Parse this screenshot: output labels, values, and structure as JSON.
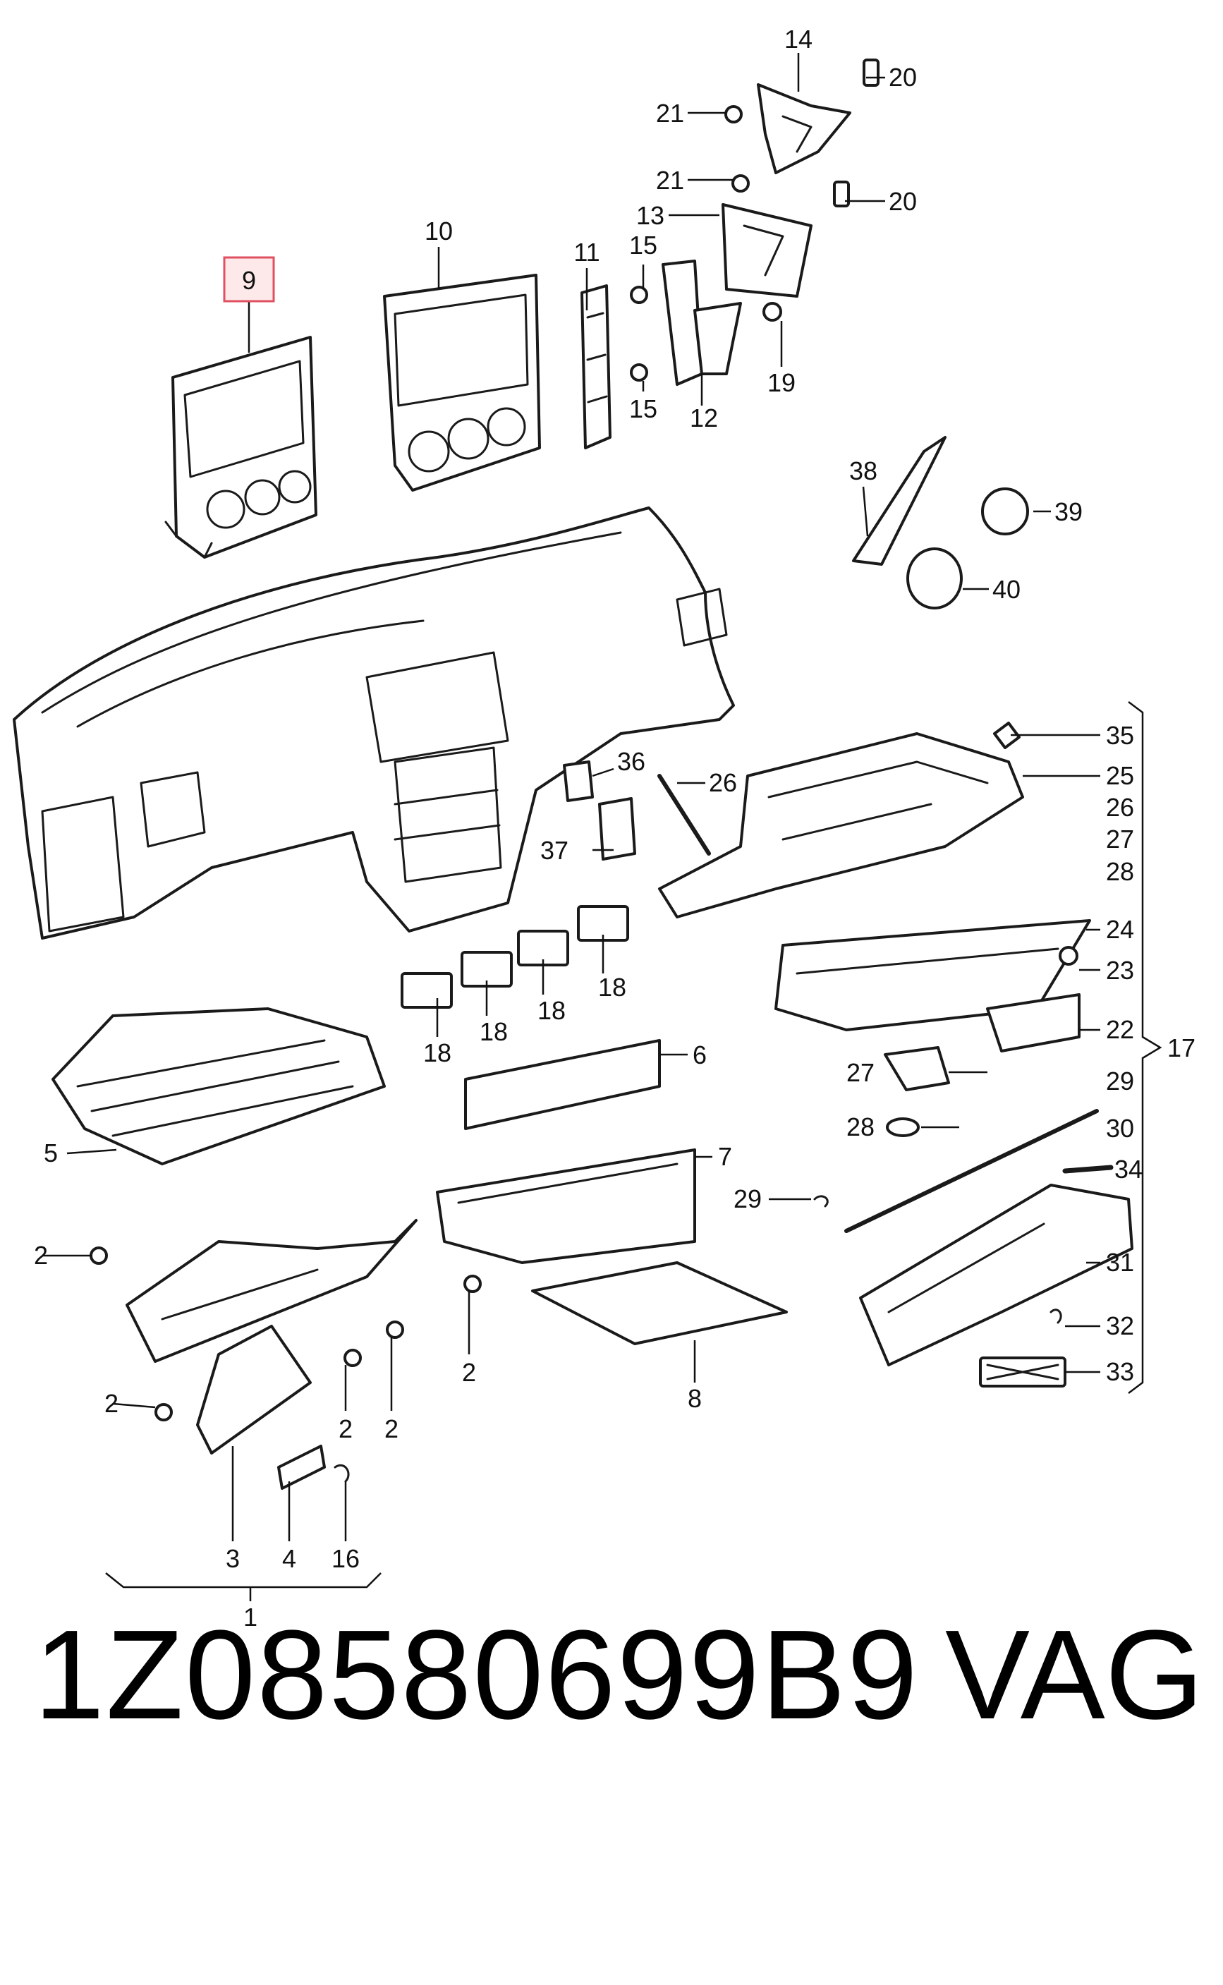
{
  "diagram": {
    "highlighted_callout": "9",
    "highlight_color": "#e05060",
    "callouts": {
      "c1": "1",
      "c2": "2",
      "c3": "3",
      "c4": "4",
      "c5": "5",
      "c6": "6",
      "c7": "7",
      "c8": "8",
      "c9": "9",
      "c10": "10",
      "c11": "11",
      "c12": "12",
      "c13": "13",
      "c14": "14",
      "c15": "15",
      "c16": "16",
      "c17": "17",
      "c18": "18",
      "c19": "19",
      "c20": "20",
      "c21": "21",
      "c22": "22",
      "c23": "23",
      "c24": "24",
      "c25": "25",
      "c26": "26",
      "c27": "27",
      "c28": "28",
      "c29": "29",
      "c30": "30",
      "c31": "31",
      "c32": "32",
      "c33": "33",
      "c34": "34",
      "c35": "35",
      "c36": "36",
      "c37": "37",
      "c38": "38",
      "c39": "39",
      "c40": "40"
    }
  },
  "caption": {
    "part_number": "1Z08580699B9",
    "brand": "VAG"
  }
}
